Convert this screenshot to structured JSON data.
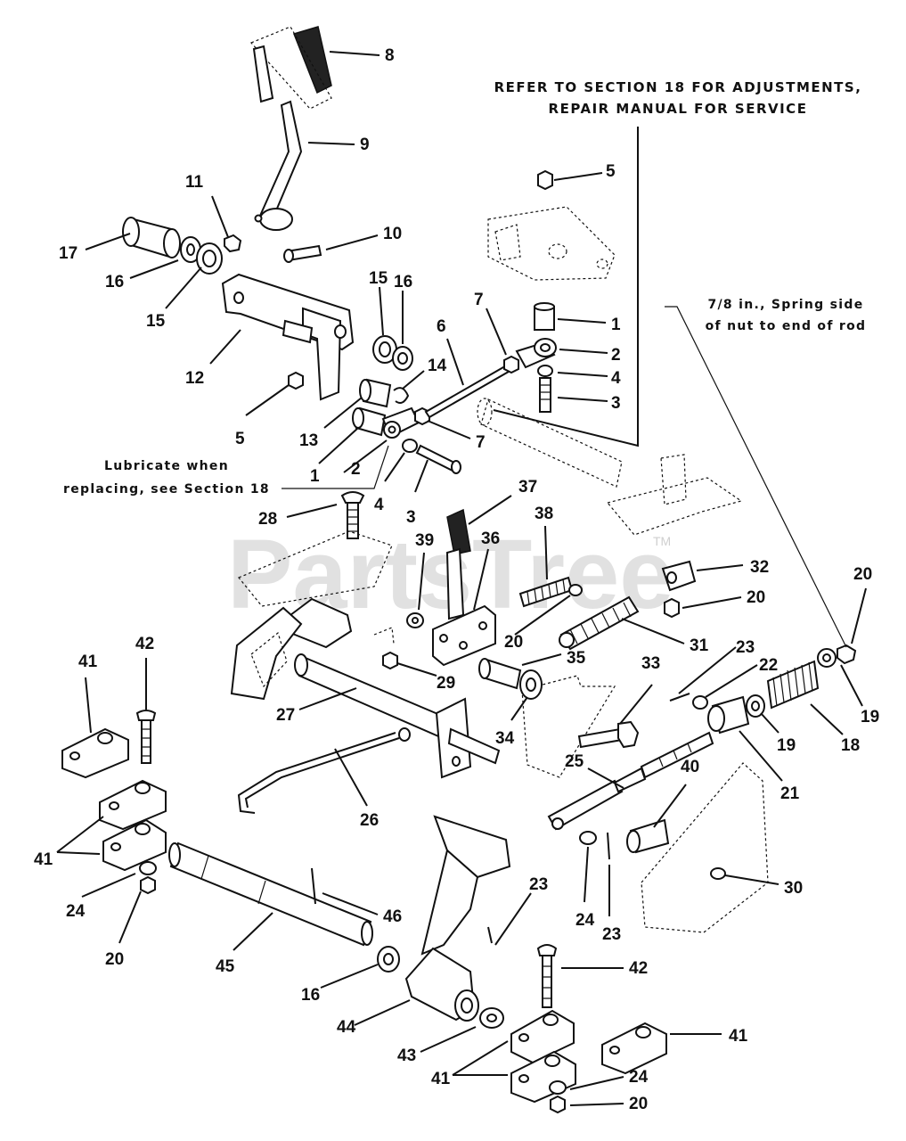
{
  "notes": {
    "refer_line1": "REFER TO SECTION 18 FOR ADJUSTMENTS,",
    "refer_line2": "REPAIR MANUAL FOR SERVICE",
    "spring_line1": "7/8 in., Spring  side",
    "spring_line2": "of nut to end of rod",
    "lube_line1": "Lubricate when",
    "lube_line2": "replacing, see Section 18"
  },
  "watermark": {
    "text": "PartsTree",
    "tm": "TM"
  },
  "callouts": [
    "8",
    "9",
    "10",
    "11",
    "17",
    "16",
    "15",
    "12",
    "15",
    "16",
    "14",
    "5",
    "13",
    "1",
    "2",
    "4",
    "3",
    "7",
    "6",
    "7",
    "5",
    "1",
    "2",
    "4",
    "3",
    "28",
    "37",
    "38",
    "39",
    "36",
    "20",
    "29",
    "35",
    "31",
    "32",
    "20",
    "20",
    "19",
    "18",
    "22",
    "23",
    "19",
    "21",
    "33",
    "34",
    "27",
    "25",
    "40",
    "26",
    "30",
    "24",
    "23",
    "41",
    "42",
    "41",
    "24",
    "20",
    "46",
    "45",
    "16",
    "44",
    "43",
    "41",
    "23",
    "42",
    "41",
    "24",
    "20"
  ]
}
